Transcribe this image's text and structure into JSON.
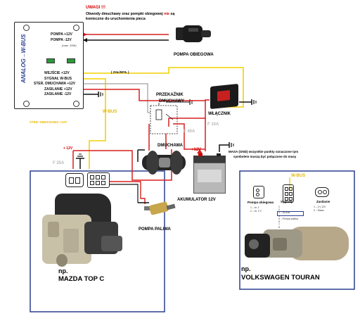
{
  "warning": {
    "title": "UWAGI !!!",
    "line1_pre": "Obwody dmuchawy oraz pompki obiegowej ",
    "line1_em": "nie",
    "line1_post": " są",
    "line2": "konieczne do uruchomienia pieca"
  },
  "module": {
    "name": "ANALOG",
    "bus": "W-BUS",
    "arrow": "→",
    "pins_top": [
      "POMPA +12V",
      "POMPA -12V"
    ],
    "pins_top_note": "(max. 20W)",
    "led_caption_left": "",
    "led_caption_right": "",
    "pins_bottom": [
      "WEJŚCIE +12V",
      "SYGNAŁ W-BUS",
      "STER. DMUCHAWA +12V",
      "ZASILANIE +12V",
      "ZASILANIE -12V"
    ]
  },
  "labels": {
    "pompa_obiegowa": "POMPA OBIEGOWA",
    "zal_wyl": "( ZAŁ/WYŁ )",
    "przekaznik": "PRZEKAŹNIK",
    "dmuchawy": "DMUCHAWY",
    "wlacznik": "WŁĄCZNIK",
    "wbus_wire": "W-BUS",
    "ster_dmuchawa": "STER. DMUCHAWA +12V",
    "f40a": "F 40A",
    "f10a": "F 10A",
    "f25a": "F 25A",
    "plus12_heater": "+ 12V",
    "dmuchawa": "DMUCHAWA",
    "plus12_batt": "+12V",
    "masa_note_line1": "MASA (GND)  wszystkie punkty oznaczone tym",
    "masa_note_line2": "symbolem muszą być połączone do masy",
    "akumulator": "AKUMULATOR 12V",
    "pompa_paliwa": "POMPA PALIWA",
    "np1": "np.",
    "mazda": "MAZDA TOP C",
    "np2": "np.",
    "vw": "VOLKSWAGEN TOURAN"
  },
  "vw_panel": {
    "wbus": "W-BUS",
    "col1_title": "Pompa obiegowa",
    "col2_title": "Sygnały",
    "col3_title": "Zasilanie",
    "col1_lines": [
      "1 – br. 1",
      "2 – br. 2 V"
    ],
    "col2_lines": [
      "1",
      "2",
      "3 – W-Bus",
      "4",
      "5 – Pompa paliwa",
      "6",
      "7",
      "8"
    ],
    "col3_lines": [
      "1 – (+) 12V",
      "2 – Masa"
    ]
  },
  "colors": {
    "red_wire": "#d81e1e",
    "yellow_wire": "#f4d000",
    "gray_wire": "#b0b0b0",
    "black_wire": "#111111",
    "panel_border": "#2a3f8f",
    "module_text": "#2a3f8f"
  }
}
